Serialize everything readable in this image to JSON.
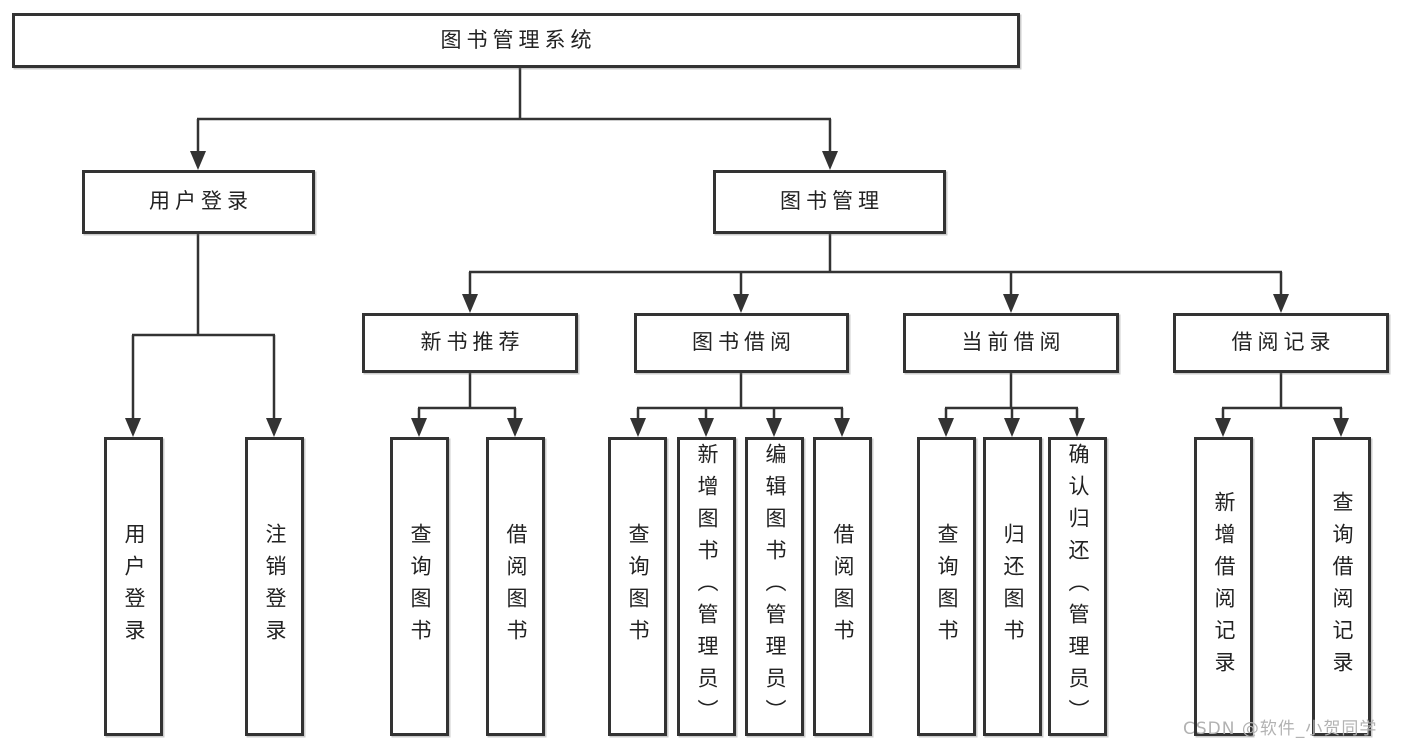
{
  "diagram": {
    "root": "图书管理系统",
    "level2": [
      {
        "label": "用户登录",
        "leaves": [
          "用户登录",
          "注销登录"
        ]
      },
      {
        "label": "图书管理",
        "sections": [
          {
            "label": "新书推荐",
            "leaves": [
              "查询图书",
              "借阅图书"
            ]
          },
          {
            "label": "图书借阅",
            "leaves": [
              "查询图书",
              "新增图书（管理员）",
              "编辑图书（管理员）",
              "借阅图书"
            ]
          },
          {
            "label": "当前借阅",
            "leaves": [
              "查询图书",
              "归还图书",
              "确认归还（管理员）"
            ]
          },
          {
            "label": "借阅记录",
            "leaves": [
              "新增借阅记录",
              "查询借阅记录"
            ]
          }
        ]
      }
    ]
  },
  "watermark": {
    "text": "CSDN @软件_小贺同学"
  },
  "colors": {
    "stroke": "#333333",
    "text": "#222222",
    "watermark": "#b2b2b2",
    "background": "#ffffff"
  }
}
